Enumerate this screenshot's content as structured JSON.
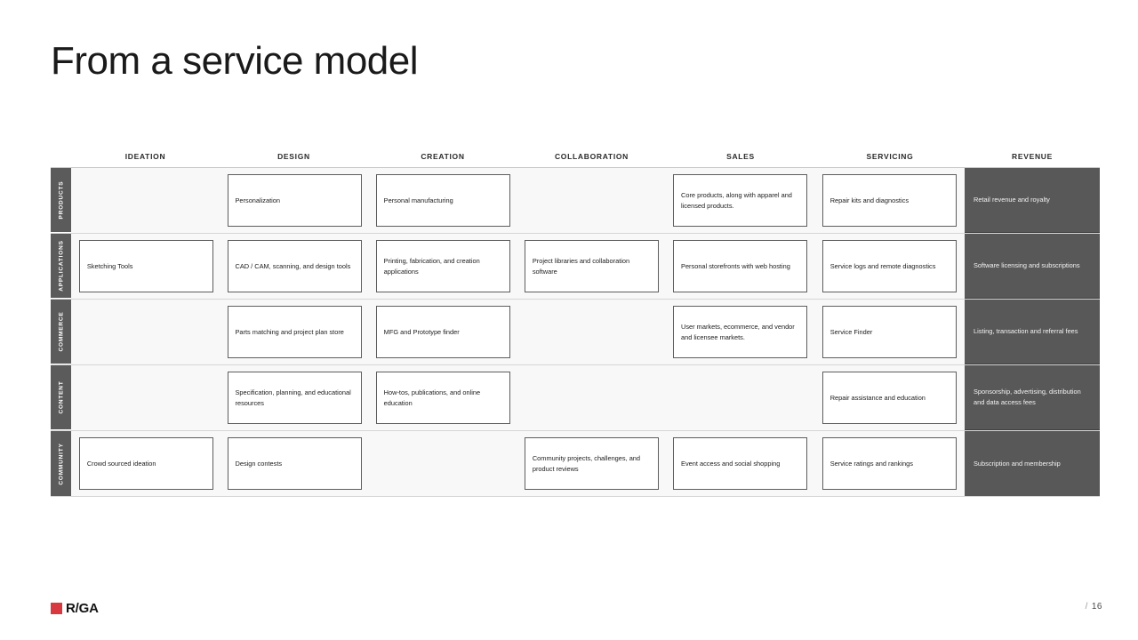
{
  "slide": {
    "title": "From a service model",
    "page_number": "16",
    "page_separator": "/",
    "logo_text": "R/GA",
    "accent_color": "#d8383f",
    "dark_cell_color": "#585858",
    "row_track_color": "#f8f8f8"
  },
  "columns": [
    {
      "label": "IDEATION"
    },
    {
      "label": "DESIGN"
    },
    {
      "label": "CREATION"
    },
    {
      "label": "COLLABORATION"
    },
    {
      "label": "SALES"
    },
    {
      "label": "SERVICING"
    },
    {
      "label": "REVENUE"
    }
  ],
  "rows": [
    {
      "label": "PRODUCTS",
      "cells": [
        "",
        "Personalization",
        "Personal manufacturing",
        "",
        "Core products, along with apparel and licensed products.",
        "Repair kits and diagnostics"
      ],
      "revenue": "Retail revenue and royalty"
    },
    {
      "label": "APPLICATIONS",
      "cells": [
        "Sketching Tools",
        "CAD / CAM, scanning, and design tools",
        "Printing, fabrication, and creation applications",
        "Project libraries and collaboration software",
        "Personal storefronts with web hosting",
        "Service logs and remote diagnostics"
      ],
      "revenue": "Software licensing and subscriptions"
    },
    {
      "label": "COMMERCE",
      "cells": [
        "",
        "Parts matching and project plan store",
        "MFG and Prototype finder",
        "",
        "User markets, ecommerce, and vendor and licensee markets.",
        "Service Finder"
      ],
      "revenue": "Listing, transaction and referral fees"
    },
    {
      "label": "CONTENT",
      "cells": [
        "",
        "Specification, planning, and educational resources",
        "How-tos, publications, and online education",
        "",
        "",
        "Repair assistance and education"
      ],
      "revenue": "Sponsorship, advertising, distribution and data access fees"
    },
    {
      "label": "COMMUNITY",
      "cells": [
        "Crowd sourced ideation",
        "Design contests",
        "",
        "Community projects, challenges, and product reviews",
        "Event access and social shopping",
        "Service ratings and rankings"
      ],
      "revenue": "Subscription and membership"
    }
  ]
}
